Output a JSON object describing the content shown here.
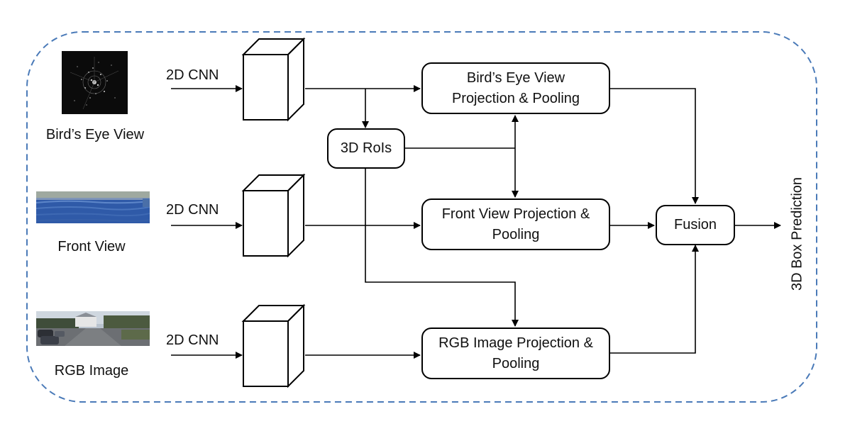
{
  "inputs": {
    "birds_eye_view": "Bird’s Eye View",
    "front_view": "Front View",
    "rgb_image": "RGB Image"
  },
  "cnn": {
    "bev_label": "2D CNN",
    "fv_label": "2D CNN",
    "rgb_label": "2D CNN"
  },
  "nodes": {
    "rois": "3D RoIs",
    "bev_pooling_line1": "Bird’s Eye View",
    "bev_pooling_line2": "Projection & Pooling",
    "fv_pooling_line1": "Front View Projection &",
    "fv_pooling_line2": "Pooling",
    "rgb_pooling_line1": "RGB Image Projection &",
    "rgb_pooling_line2": "Pooling",
    "fusion": "Fusion"
  },
  "output": {
    "label": "3D Box Prediction"
  },
  "colors": {
    "dashed_border": "#4a7ab8",
    "stroke": "#000000",
    "bev_background": "#0b0b0b",
    "front_view_blue": "#2f5aa8",
    "front_view_top": "#9fa9a0"
  }
}
